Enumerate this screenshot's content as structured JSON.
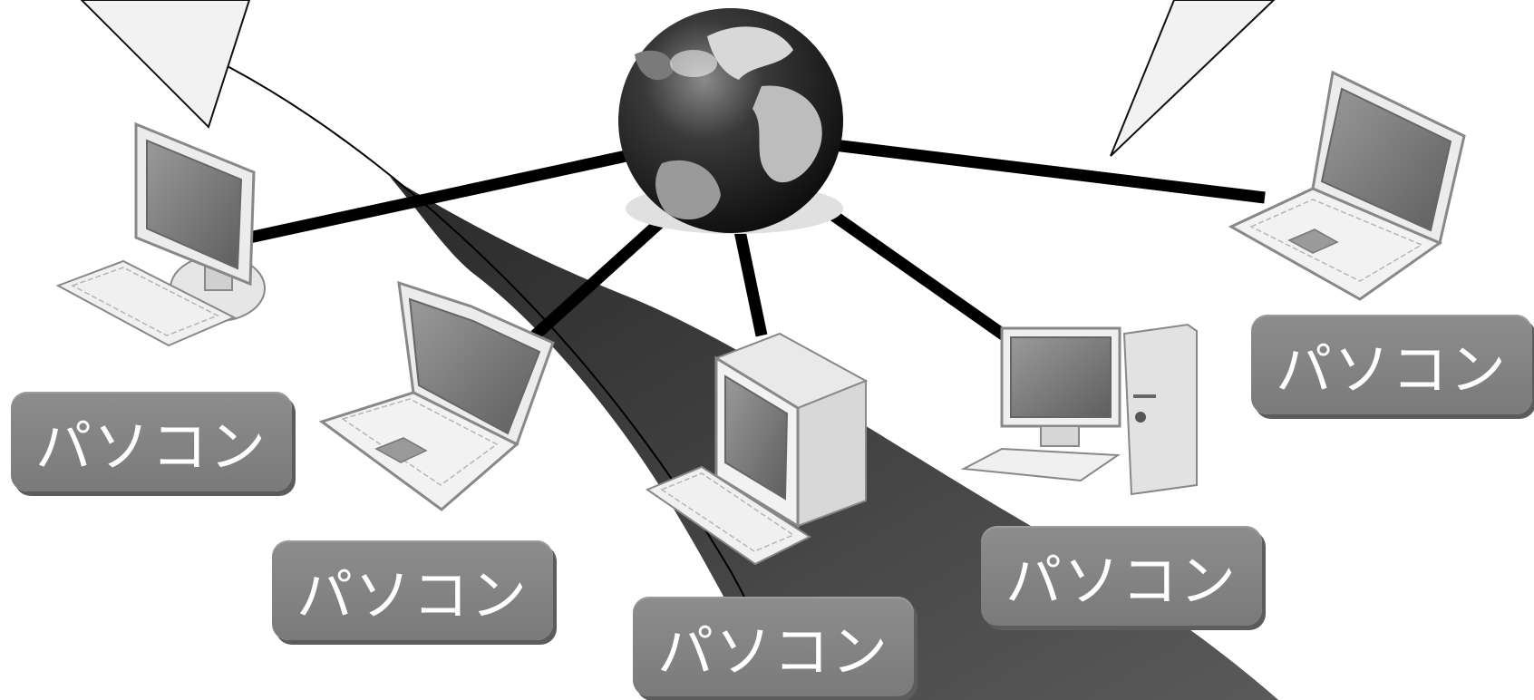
{
  "diagram": {
    "nodes": [
      {
        "id": "imac-pc",
        "icon": "all-in-one-desktop-icon",
        "label": "パソコン"
      },
      {
        "id": "laptop-left",
        "icon": "laptop-icon",
        "label": "パソコン"
      },
      {
        "id": "crt-pc",
        "icon": "crt-desktop-icon",
        "label": "パソコン"
      },
      {
        "id": "tower-pc",
        "icon": "tower-desktop-icon",
        "label": "パソコン"
      },
      {
        "id": "laptop-right",
        "icon": "laptop-icon",
        "label": "パソコン"
      }
    ],
    "hub": {
      "icon": "globe-icon"
    },
    "edges": [
      [
        "globe",
        "imac-pc"
      ],
      [
        "globe",
        "laptop-left"
      ],
      [
        "globe",
        "crt-pc"
      ],
      [
        "globe",
        "tower-pc"
      ],
      [
        "globe",
        "laptop-right"
      ]
    ],
    "callouts": [
      "speech-bubble-left",
      "speech-bubble-right"
    ],
    "colors": {
      "label_fill": "#848484",
      "label_text": "#ffffff",
      "line": "#000000",
      "road": "#3a3a3a"
    }
  }
}
